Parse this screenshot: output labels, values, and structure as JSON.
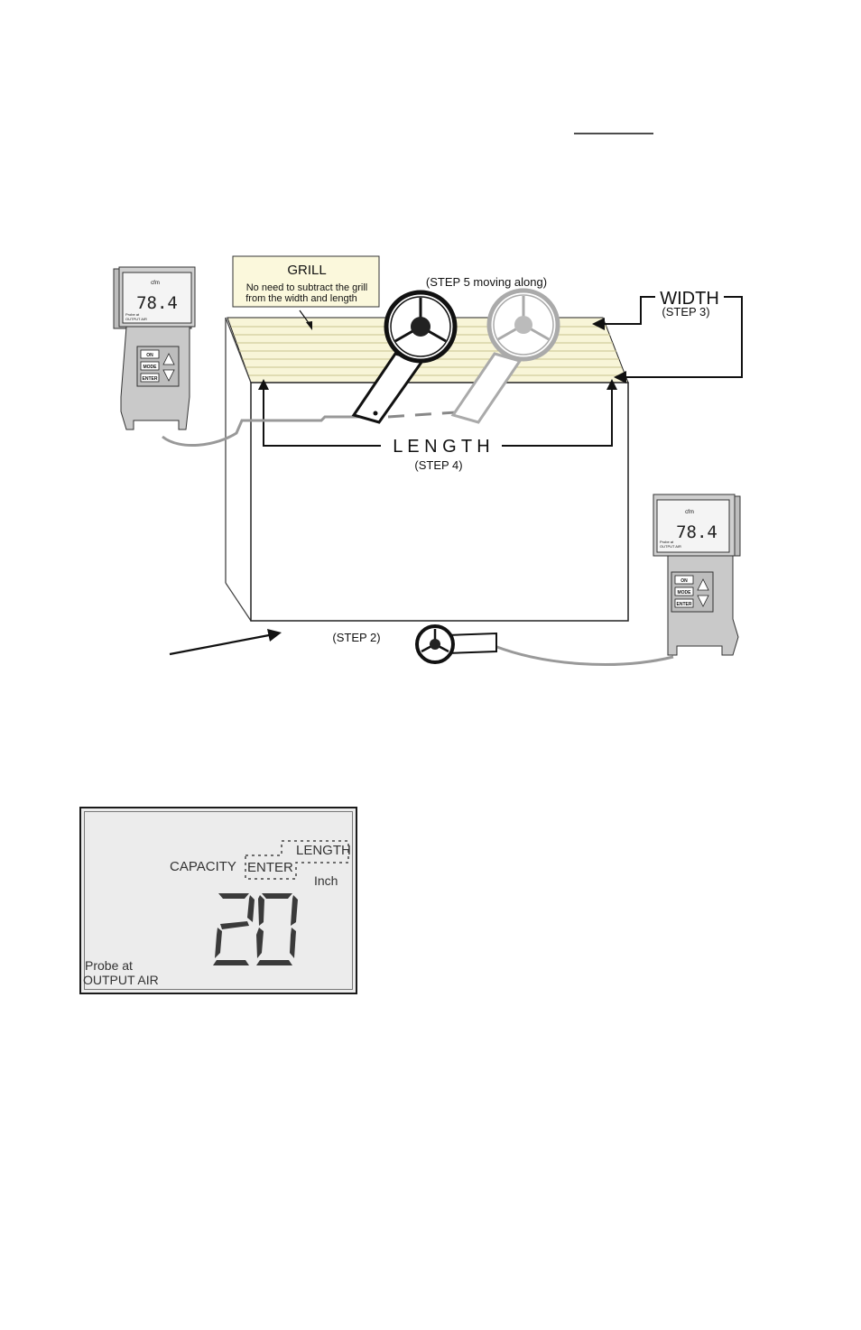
{
  "header": {
    "underline_text": ""
  },
  "figure": {
    "grill_box": {
      "title": "GRILL",
      "note_line1": "No need to subtract the grill",
      "note_line2": "from the width and length"
    },
    "step5_label": "(STEP 5 moving along)",
    "width_label": "WIDTH",
    "step3_label": "(STEP 3)",
    "length_label": "L E N G T H",
    "step4_label": "(STEP 4)",
    "step2_label": "(STEP 2)",
    "meter_left": {
      "mode_text": "cfm",
      "reading": "78.4",
      "probe_text": "Probe at",
      "probe_text2": "OUTPUT AIR",
      "btn_on": "ON",
      "btn_mode": "MODE",
      "btn_enter": "ENTER"
    },
    "meter_right": {
      "mode_text": "cfm",
      "reading": "78.4",
      "probe_text": "Probe at",
      "probe_text2": "OUTPUT AIR",
      "btn_on": "ON",
      "btn_mode": "MODE",
      "btn_enter": "ENTER"
    }
  },
  "lcd": {
    "capacity": "CAPACITY",
    "enter": "ENTER",
    "length": "LENGTH",
    "unit": "Inch",
    "value": "20",
    "probe_line1": "Probe  at",
    "probe_line2": "OUTPUT  AIR"
  },
  "colors": {
    "grill_fill": "#f8f5d8",
    "grill_box_fill": "#fbf8dc",
    "meter_body": "#c9c9c9",
    "lcd_bg": "#ececec"
  }
}
